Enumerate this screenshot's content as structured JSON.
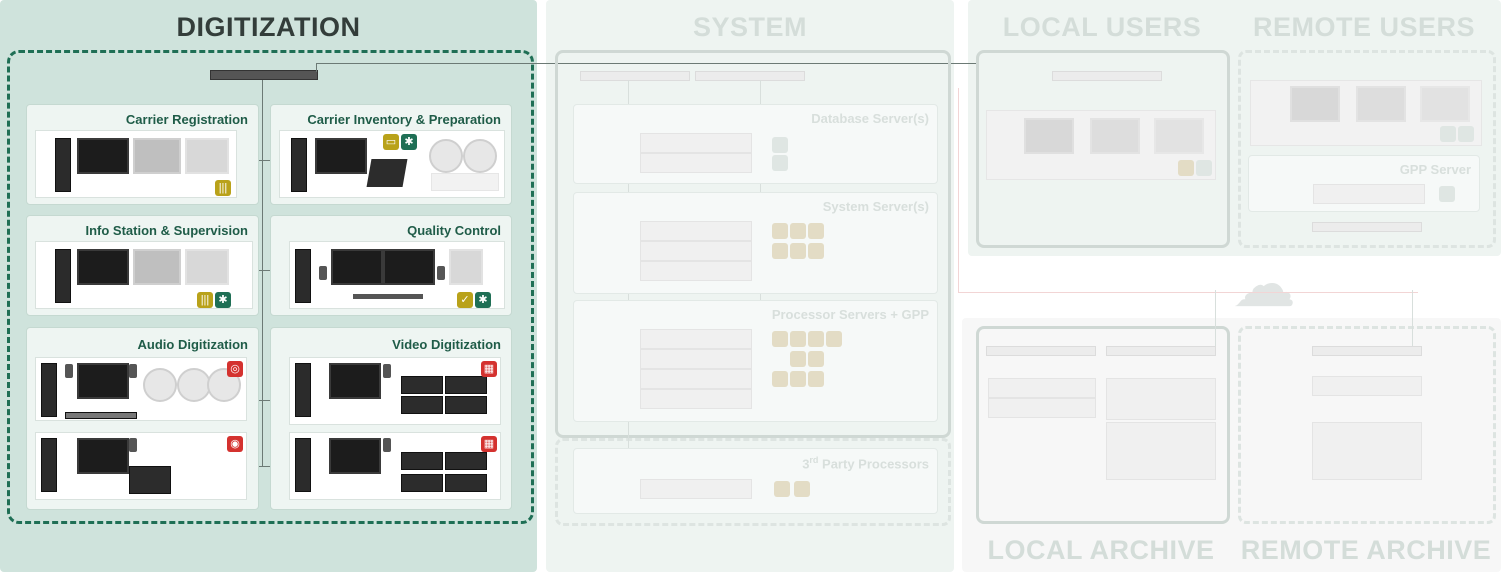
{
  "panels": {
    "digitization": "DIGITIZATION",
    "system": "SYSTEM",
    "local_users": "LOCAL USERS",
    "remote_users": "REMOTE USERS",
    "local_archive": "LOCAL ARCHIVE",
    "remote_archive": "REMOTE ARCHIVE"
  },
  "stations": {
    "carrier_registration": "Carrier Registration",
    "carrier_inventory": "Carrier Inventory & Preparation",
    "info_station": "Info Station & Supervision",
    "quality_control": "Quality Control",
    "audio_digitization": "Audio Digitization",
    "video_digitization": "Video Digitization"
  },
  "system": {
    "database": "Database Server(s)",
    "system_servers": "System Server(s)",
    "processor": "Processor Servers + GPP",
    "third_party_sup": "rd",
    "third_party_pre": "3",
    "third_party_post": " Party Processors"
  },
  "remote_users": {
    "gpp_server": "GPP Server"
  },
  "colors": {
    "digitization_bg": "#cfe3dc",
    "dashed_border": "#1f6f55",
    "station_title": "#1f5c48",
    "badge_yellow": "#b9a21a",
    "badge_green": "#1f6f55",
    "badge_red": "#d4322f",
    "faded_text": "#d4ddd9"
  },
  "icons": [
    "chat-icon",
    "snowflake-icon",
    "check-icon",
    "reel-icon",
    "film-icon",
    "disc-icon",
    "cloud-icon",
    "server-icon",
    "switch-icon",
    "monitor-icon"
  ]
}
